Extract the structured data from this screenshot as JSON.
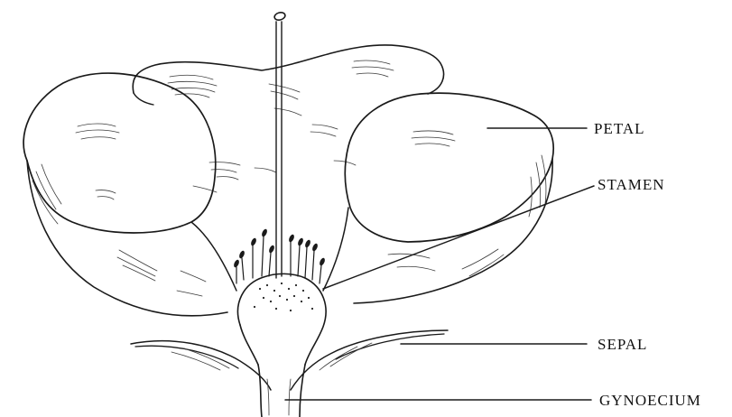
{
  "labels": {
    "petal": "PETAL",
    "stamen": "STAMEN",
    "sepal": "SEPAL",
    "gynoecium": "GYNOECIUM"
  },
  "colors": {
    "ink": "#1a1a1a",
    "paper": "#ffffff"
  }
}
